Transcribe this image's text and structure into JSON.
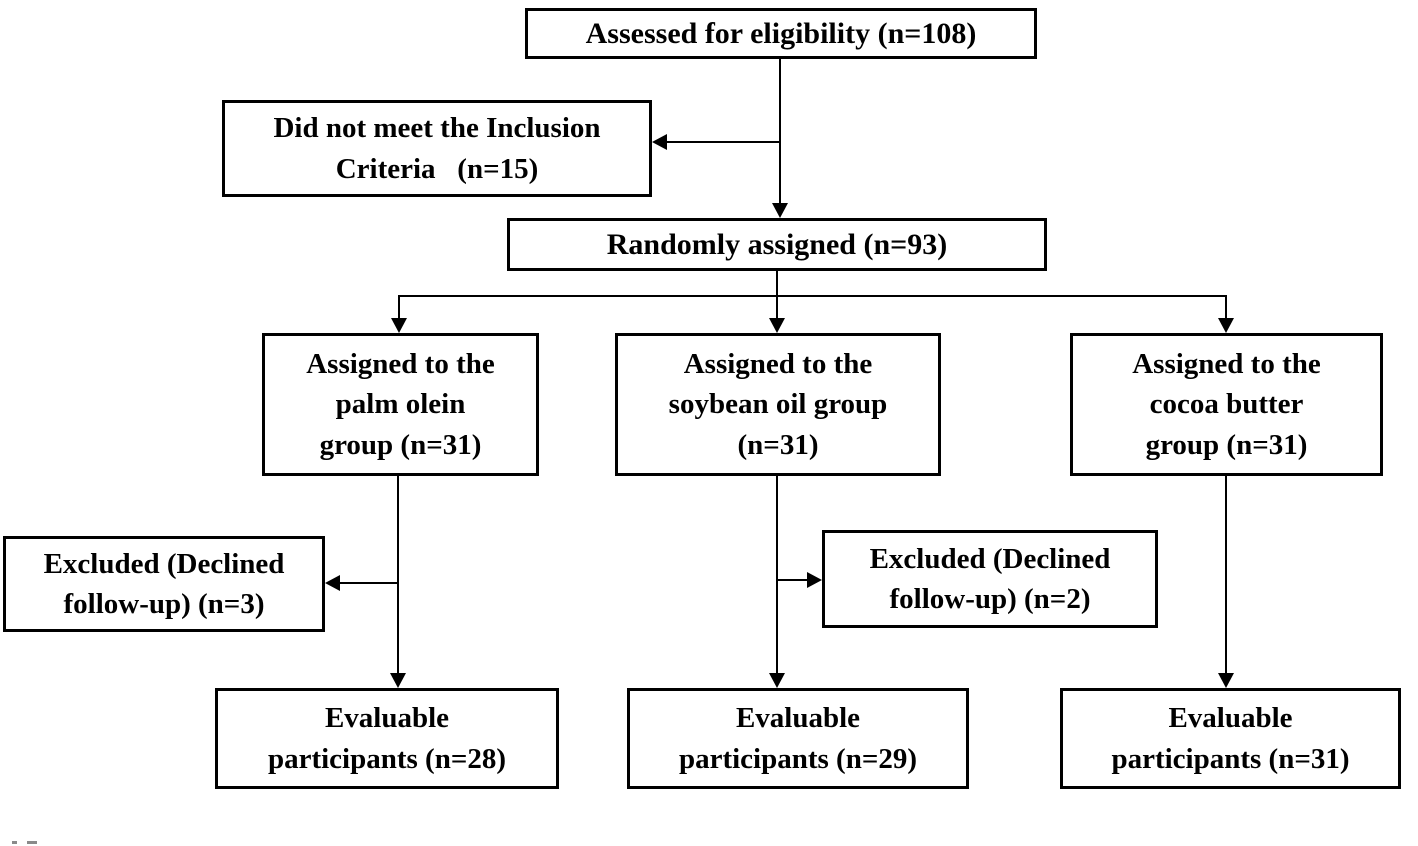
{
  "figure": {
    "kind": "participant-flow-diagram",
    "colors": {
      "box_border": "#000000",
      "box_background": "#ffffff",
      "text": "#000000",
      "connector": "#000000",
      "page_background": "#ffffff"
    }
  },
  "nodes": {
    "assessed": {
      "lines": [
        "Assessed for eligibility (n=108)"
      ]
    },
    "not_met": {
      "lines": [
        "Did not meet the Inclusion",
        "Criteria   (n=15)"
      ]
    },
    "randomized": {
      "lines": [
        "Randomly assigned (n=93)"
      ]
    },
    "palm": {
      "lines": [
        "Assigned to the",
        "palm olein",
        "group (n=31)"
      ]
    },
    "soybean": {
      "lines": [
        "Assigned to the",
        "soybean oil group",
        "(n=31)"
      ]
    },
    "cocoa": {
      "lines": [
        "Assigned to the",
        "cocoa butter",
        "group (n=31)"
      ]
    },
    "excluded_palm": {
      "lines": [
        "Excluded (Declined",
        "follow-up) (n=3)"
      ]
    },
    "excluded_soybean": {
      "lines": [
        "Excluded (Declined",
        "follow-up) (n=2)"
      ]
    },
    "evaluable_palm": {
      "lines": [
        "Evaluable",
        "participants (n=28)"
      ]
    },
    "evaluable_soybean": {
      "lines": [
        "Evaluable",
        "participants (n=29)"
      ]
    },
    "evaluable_cocoa": {
      "lines": [
        "Evaluable",
        "participants (n=31)"
      ]
    }
  },
  "study_flow": {
    "assessed_for_eligibility": 108,
    "did_not_meet_inclusion_criteria": 15,
    "randomly_assigned": 93,
    "groups": [
      {
        "name": "palm olein",
        "assigned": 31,
        "excluded_declined_follow_up": 3,
        "evaluable": 28
      },
      {
        "name": "soybean oil",
        "assigned": 31,
        "excluded_declined_follow_up": 2,
        "evaluable": 29
      },
      {
        "name": "cocoa butter",
        "assigned": 31,
        "excluded_declined_follow_up": 0,
        "evaluable": 31
      }
    ]
  },
  "edges": [
    {
      "from": "assessed",
      "to": "randomized"
    },
    {
      "from": "assessed",
      "to": "not_met"
    },
    {
      "from": "randomized",
      "to": "palm"
    },
    {
      "from": "randomized",
      "to": "soybean"
    },
    {
      "from": "randomized",
      "to": "cocoa"
    },
    {
      "from": "palm",
      "to": "excluded_palm"
    },
    {
      "from": "palm",
      "to": "evaluable_palm"
    },
    {
      "from": "soybean",
      "to": "excluded_soybean"
    },
    {
      "from": "soybean",
      "to": "evaluable_soybean"
    },
    {
      "from": "cocoa",
      "to": "evaluable_cocoa"
    }
  ]
}
